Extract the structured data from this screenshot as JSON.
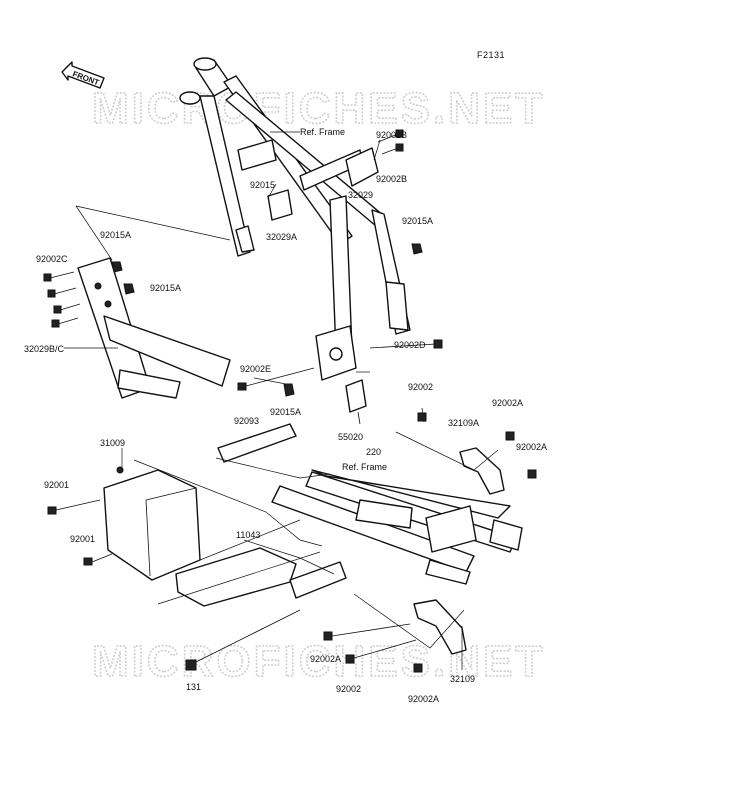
{
  "diagram": {
    "figure_code": "F2131",
    "front_arrow": "FRONT",
    "watermark_top": "MICROFICHES.NET",
    "watermark_bottom": "MICROFICHES.NET",
    "ref_frame_top": "Ref. Frame",
    "ref_frame_bottom": "Ref. Frame",
    "labels": {
      "p92002B_a": "92002B",
      "p92002B_b": "92002B",
      "p32029": "32029",
      "p92015": "92015",
      "p32029A": "32029A",
      "p92015A_right": "92015A",
      "p92002C": "92002C",
      "p92015A_left": "92015A",
      "p92015A_mid": "92015A",
      "p32029BC": "32029B/C",
      "p92002E": "92002E",
      "p92015A_low": "92015A",
      "p92002D": "92002D",
      "p92002_right": "92002",
      "p92002A_right1": "92002A",
      "p32109A": "32109A",
      "p92002A_right2": "92002A",
      "p92093": "92093",
      "p55020": "55020",
      "p220": "220",
      "p31009": "31009",
      "p92001_a": "92001",
      "p92001_b": "92001",
      "p11043": "11043",
      "p92002A_bottom": "92002A",
      "p131": "131",
      "p92002_bottom": "92002",
      "p32109": "32109",
      "p92002A_bottom2": "92002A"
    }
  }
}
